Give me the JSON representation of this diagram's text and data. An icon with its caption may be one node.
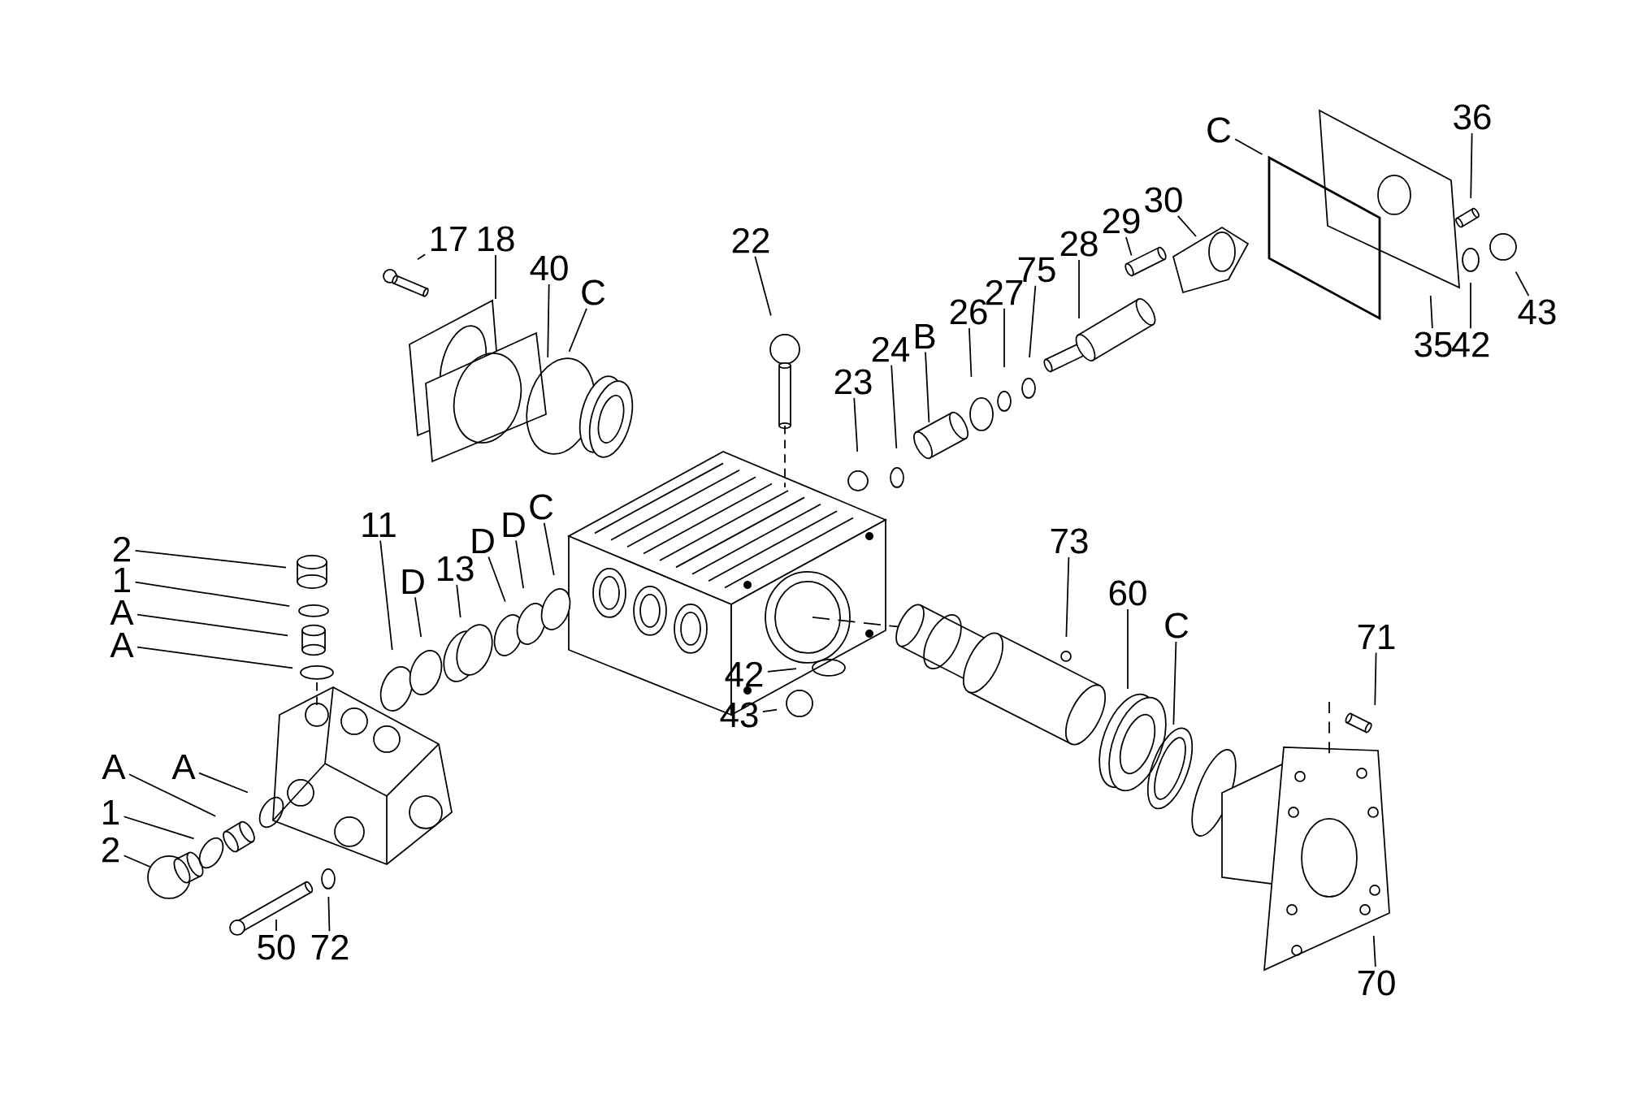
{
  "diagram": {
    "nodes": [
      {
        "text": [
          "C"
        ]
      },
      {
        "text": [
          "36"
        ]
      },
      {
        "text": [
          "17"
        ]
      },
      {
        "text": [
          "18"
        ]
      },
      {
        "text": [
          "22"
        ]
      },
      {
        "text": [
          "28"
        ]
      },
      {
        "text": [
          "29"
        ]
      },
      {
        "text": [
          "30"
        ]
      },
      {
        "text": [
          "40"
        ]
      },
      {
        "text": [
          "C"
        ]
      },
      {
        "text": [
          "75"
        ]
      },
      {
        "text": [
          "27"
        ]
      },
      {
        "text": [
          "35"
        ]
      },
      {
        "text": [
          "42"
        ]
      },
      {
        "text": [
          "43"
        ]
      },
      {
        "text": [
          "26"
        ]
      },
      {
        "text": [
          "B"
        ]
      },
      {
        "text": [
          "24"
        ]
      },
      {
        "text": [
          "23"
        ]
      },
      {
        "text": [
          "11"
        ]
      },
      {
        "text": [
          "C"
        ]
      },
      {
        "text": [
          "D"
        ]
      },
      {
        "text": [
          "D"
        ]
      },
      {
        "text": [
          "13"
        ]
      },
      {
        "text": [
          "2"
        ]
      },
      {
        "text": [
          "73"
        ]
      },
      {
        "text": [
          "D"
        ]
      },
      {
        "text": [
          "1"
        ]
      },
      {
        "text": [
          "60"
        ]
      },
      {
        "text": [
          "A"
        ]
      },
      {
        "text": [
          "C"
        ]
      },
      {
        "text": [
          "71"
        ]
      },
      {
        "text": [
          "A"
        ]
      },
      {
        "text": [
          "42"
        ]
      },
      {
        "text": [
          "43"
        ]
      },
      {
        "text": [
          "A"
        ]
      },
      {
        "text": [
          "A"
        ]
      },
      {
        "text": [
          "1"
        ]
      },
      {
        "text": [
          "2"
        ]
      },
      {
        "text": [
          "50"
        ]
      },
      {
        "text": [
          "72"
        ]
      },
      {
        "text": [
          "70"
        ]
      }
    ],
    "edges": [
      {
        "from": 0,
        "to": null,
        "arrow": "none"
      },
      {
        "from": 1,
        "to": null,
        "arrow": "none"
      },
      {
        "from": 2,
        "to": null,
        "arrow": "none"
      },
      {
        "from": 3,
        "to": null,
        "arrow": "none"
      },
      {
        "from": 4,
        "to": null,
        "arrow": "none"
      },
      {
        "from": 5,
        "to": null,
        "arrow": "none"
      },
      {
        "from": 6,
        "to": null,
        "arrow": "none"
      },
      {
        "from": 7,
        "to": null,
        "arrow": "none"
      },
      {
        "from": 8,
        "to": null,
        "arrow": "none"
      },
      {
        "from": 9,
        "to": null,
        "arrow": "none"
      },
      {
        "from": 10,
        "to": null,
        "arrow": "none"
      },
      {
        "from": 11,
        "to": null,
        "arrow": "none"
      },
      {
        "from": 12,
        "to": null,
        "arrow": "none"
      },
      {
        "from": 13,
        "to": null,
        "arrow": "none"
      },
      {
        "from": 14,
        "to": null,
        "arrow": "none"
      },
      {
        "from": 15,
        "to": null,
        "arrow": "none"
      },
      {
        "from": 16,
        "to": null,
        "arrow": "none"
      },
      {
        "from": 17,
        "to": null,
        "arrow": "none"
      },
      {
        "from": 18,
        "to": null,
        "arrow": "none"
      },
      {
        "from": 19,
        "to": null,
        "arrow": "none"
      },
      {
        "from": 20,
        "to": null,
        "arrow": "none"
      },
      {
        "from": 21,
        "to": null,
        "arrow": "none"
      },
      {
        "from": 22,
        "to": null,
        "arrow": "none"
      },
      {
        "from": 23,
        "to": null,
        "arrow": "none"
      },
      {
        "from": 24,
        "to": null,
        "arrow": "none"
      },
      {
        "from": 25,
        "to": null,
        "arrow": "none"
      },
      {
        "from": 26,
        "to": null,
        "arrow": "none"
      },
      {
        "from": 27,
        "to": null,
        "arrow": "none"
      },
      {
        "from": 28,
        "to": null,
        "arrow": "none"
      },
      {
        "from": 29,
        "to": null,
        "arrow": "none"
      },
      {
        "from": 30,
        "to": null,
        "arrow": "none"
      },
      {
        "from": 31,
        "to": null,
        "arrow": "none"
      },
      {
        "from": 32,
        "to": null,
        "arrow": "none"
      },
      {
        "from": 33,
        "to": null,
        "arrow": "none"
      },
      {
        "from": 34,
        "to": null,
        "arrow": "none"
      },
      {
        "from": 35,
        "to": null,
        "arrow": "none"
      },
      {
        "from": 36,
        "to": null,
        "arrow": "none"
      },
      {
        "from": 37,
        "to": null,
        "arrow": "none"
      },
      {
        "from": 38,
        "to": null,
        "arrow": "none"
      },
      {
        "from": 39,
        "to": null,
        "arrow": "none"
      },
      {
        "from": 40,
        "to": null,
        "arrow": "none"
      },
      {
        "from": 41,
        "to": null,
        "arrow": "none"
      }
    ]
  }
}
